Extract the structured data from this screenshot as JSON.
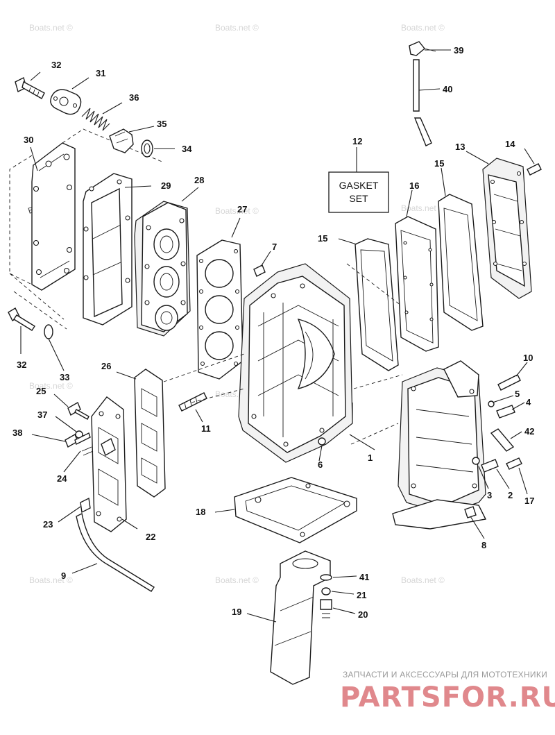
{
  "watermark": {
    "text": "Boats.net ©"
  },
  "gasket_set": {
    "line1": "GASKET",
    "line2": "SET"
  },
  "callouts": {
    "c1": "1",
    "c2": "2",
    "c3": "3",
    "c4": "4",
    "c5": "5",
    "c6": "6",
    "c7": "7",
    "c8": "8",
    "c9": "9",
    "c10": "10",
    "c11": "11",
    "c12": "12",
    "c13": "13",
    "c14": "14",
    "c15a": "15",
    "c15b": "15",
    "c16": "16",
    "c17": "17",
    "c18": "18",
    "c19": "19",
    "c20": "20",
    "c21": "21",
    "c22": "22",
    "c23": "23",
    "c24": "24",
    "c25": "25",
    "c26": "26",
    "c27": "27",
    "c28": "28",
    "c29": "29",
    "c30": "30",
    "c31": "31",
    "c32a": "32",
    "c32b": "32",
    "c33": "33",
    "c34": "34",
    "c35": "35",
    "c36": "36",
    "c37": "37",
    "c38": "38",
    "c39": "39",
    "c40": "40",
    "c41": "41",
    "c42": "42"
  },
  "banner": {
    "tagline": "ЗАПЧАСТИ И АКСЕССУАРЫ ДЛЯ МОТОТЕХНИКИ",
    "logo": "PARTSFOR.RU"
  }
}
